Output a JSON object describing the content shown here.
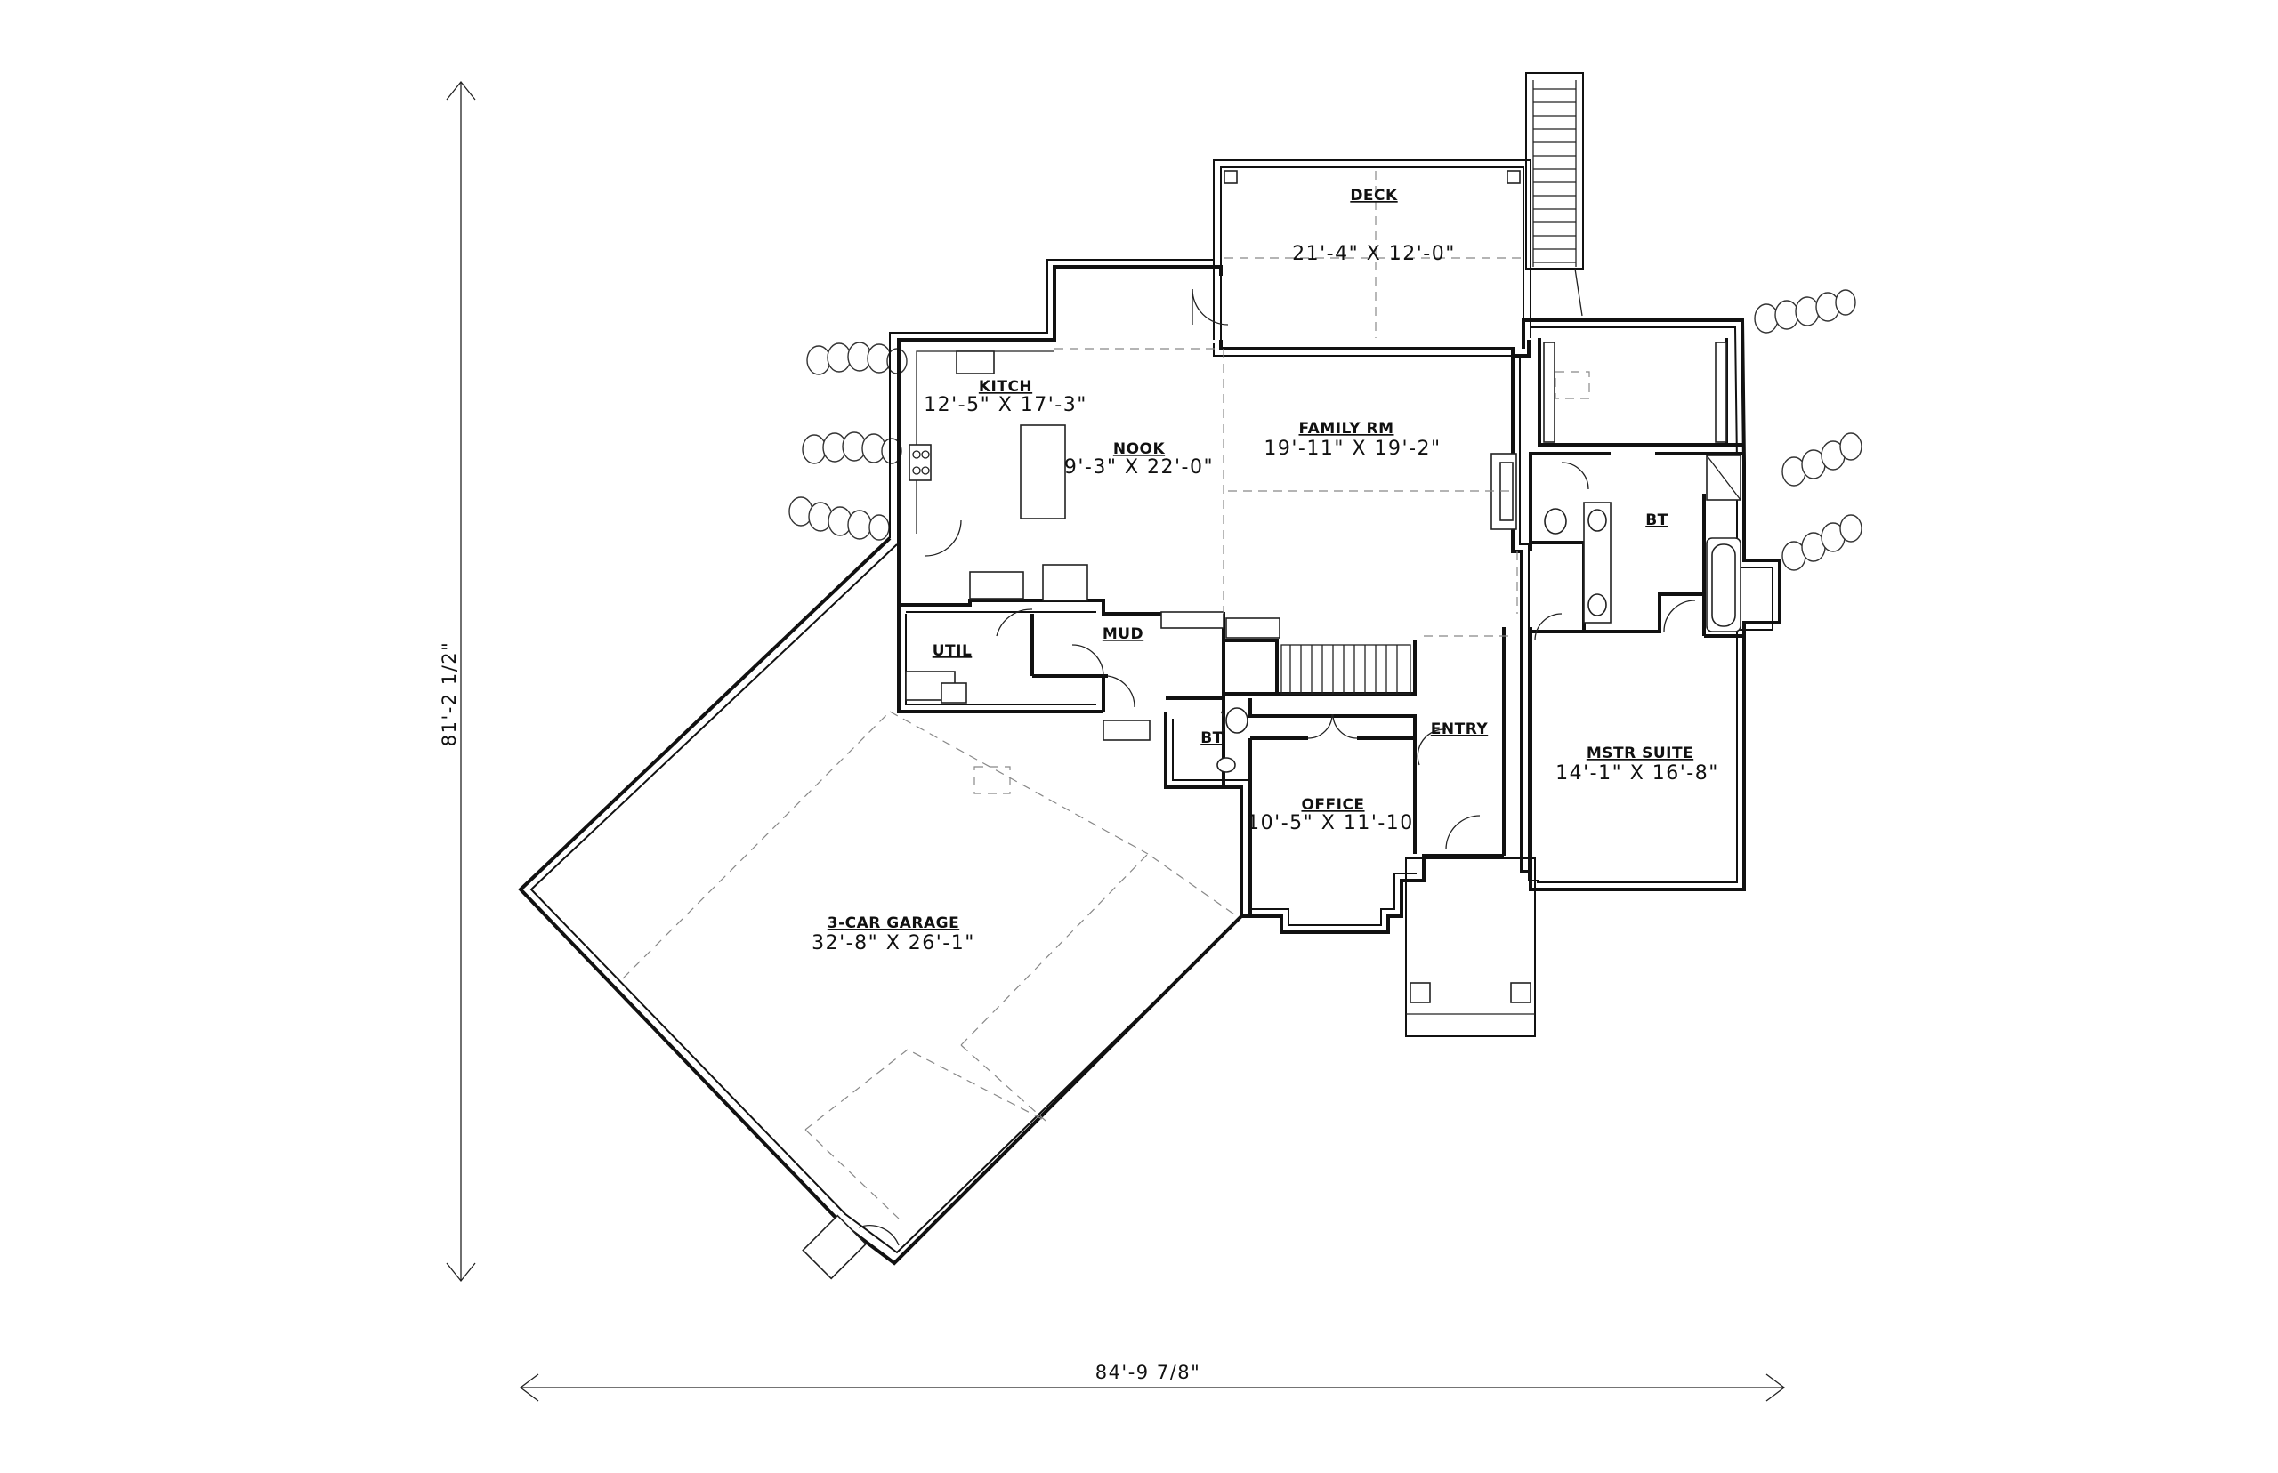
{
  "overall": {
    "width": "84'-9 7/8\"",
    "depth": "81'-2 1/2\""
  },
  "rooms": {
    "deck": {
      "name": "DECK",
      "size": "21'-4\" X 12'-0\""
    },
    "kitchen": {
      "name": "KITCH",
      "size": "12'-5\" X 17'-3\""
    },
    "nook": {
      "name": "NOOK",
      "size": "9'-3\" X 22'-0\""
    },
    "family": {
      "name": "FAMILY RM",
      "size": "19'-11\" X 19'-2\""
    },
    "bath_master": {
      "name": "BT"
    },
    "util": {
      "name": "UTIL"
    },
    "mud": {
      "name": "MUD"
    },
    "bath_half": {
      "name": "BT"
    },
    "entry": {
      "name": "ENTRY"
    },
    "office": {
      "name": "OFFICE",
      "size": "10'-5\" X 11'-10"
    },
    "master": {
      "name": "MSTR SUITE",
      "size": "14'-1\" X 16'-8\""
    },
    "garage": {
      "name": "3-CAR GARAGE",
      "size": "32'-8\" X 26'-1\""
    }
  }
}
